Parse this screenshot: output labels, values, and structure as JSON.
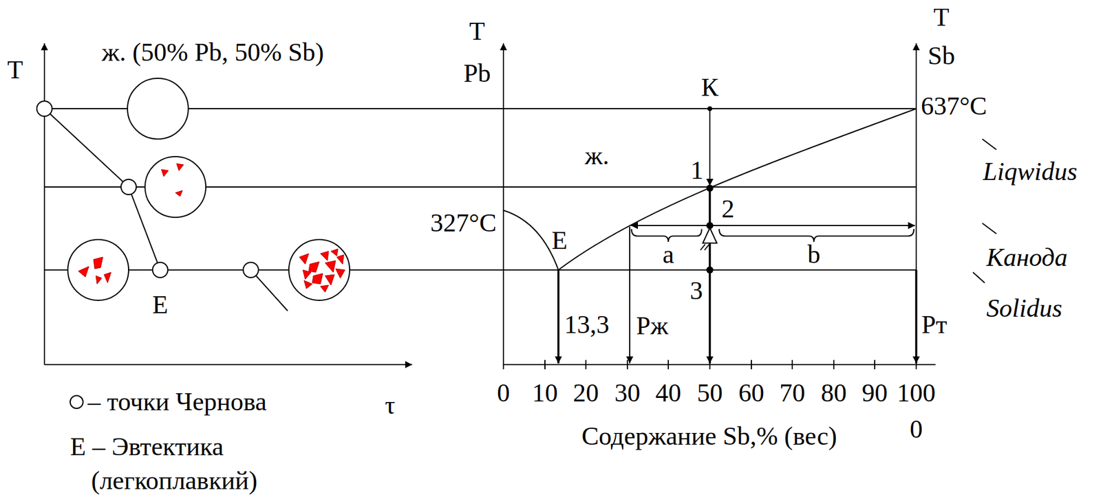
{
  "diagram": {
    "labels": [
      "T",
      "ж. (50% Pb, 50% Sb)",
      "T",
      "Pb",
      "T",
      "Sb",
      "К",
      "637°C",
      "ж.",
      "1",
      "Liqwidus",
      "327°C",
      "2",
      "E",
      "Канода",
      "a",
      "b",
      "3",
      "Solidus",
      "E",
      "13,3",
      "Pж",
      "Pт",
      "0",
      "10",
      "20",
      "30",
      "40",
      "50",
      "60",
      "70",
      "80",
      "90",
      "100",
      "0",
      "τ",
      "Содержание Sb,% (вес)",
      "E – Эвтектика (легкоплавкий)"
    ],
    "legend": [
      {
        "text": "– точки Чернова"
      }
    ]
  }
}
